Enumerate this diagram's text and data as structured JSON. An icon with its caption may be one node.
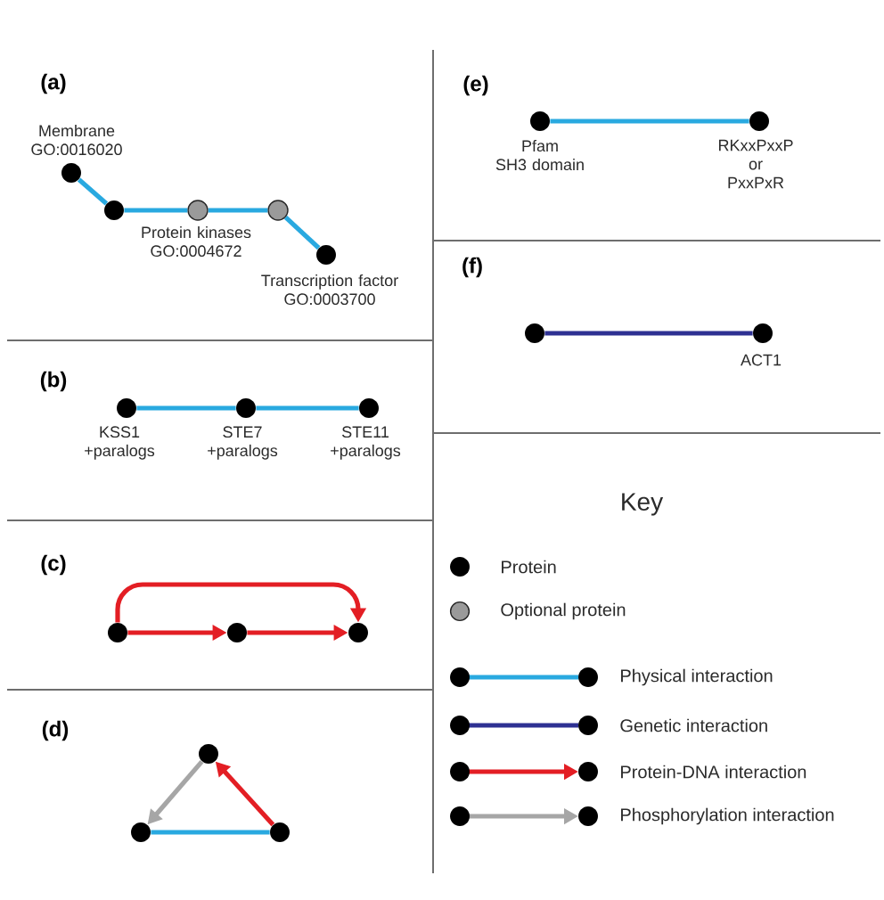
{
  "diagram": {
    "nodes": [
      {
        "text": [],
        "shape": "circle",
        "beside": [
          "Membrane GO:0016020"
        ]
      },
      {
        "text": [],
        "shape": "circle"
      },
      {
        "text": [],
        "shape": "circle",
        "beside": [
          "Protein kinases GO:0004672"
        ]
      },
      {
        "text": [],
        "shape": "circle"
      },
      {
        "text": [],
        "shape": "circle",
        "beside": [
          "Transcription factor GO:0003700"
        ]
      },
      {
        "text": [],
        "shape": "circle",
        "beside": [
          "KSS1 +paralogs"
        ]
      },
      {
        "text": [],
        "shape": "circle",
        "beside": [
          "STE7 +paralogs"
        ]
      },
      {
        "text": [],
        "shape": "circle",
        "beside": [
          "STE11 +paralogs"
        ]
      },
      {
        "text": [],
        "shape": "circle"
      },
      {
        "text": [],
        "shape": "circle"
      },
      {
        "text": [],
        "shape": "circle"
      },
      {
        "text": [],
        "shape": "circle"
      },
      {
        "text": [],
        "shape": "circle"
      },
      {
        "text": [],
        "shape": "circle"
      },
      {
        "text": [],
        "shape": "circle",
        "beside": [
          "Pfam SH3 domain"
        ]
      },
      {
        "text": [],
        "shape": "circle",
        "beside": [
          "RKxxPxxP or PxxPxR"
        ]
      },
      {
        "text": [],
        "shape": "circle"
      },
      {
        "text": [],
        "shape": "circle",
        "beside": [
          "ACT1"
        ]
      }
    ],
    "edges": [
      {
        "from": 0,
        "to": 1,
        "arrow": "none"
      },
      {
        "from": 1,
        "to": 2,
        "arrow": "none"
      },
      {
        "from": 2,
        "to": 3,
        "arrow": "none"
      },
      {
        "from": 3,
        "to": 4,
        "arrow": "none"
      },
      {
        "from": 5,
        "to": 6,
        "arrow": "none"
      },
      {
        "from": 6,
        "to": 7,
        "arrow": "none"
      },
      {
        "from": 8,
        "to": 9,
        "arrow": "to",
        "color": "#e31e24"
      },
      {
        "from": 9,
        "to": 10,
        "arrow": "to",
        "color": "#e31e24"
      },
      {
        "from": 8,
        "to": 10,
        "arrow": "to",
        "color": "#e31e24"
      },
      {
        "from": 11,
        "to": 12,
        "arrow": "to",
        "color": "#a6a6a6"
      },
      {
        "from": 13,
        "to": 11,
        "arrow": "to",
        "color": "#e31e24"
      },
      {
        "from": 12,
        "to": 13,
        "arrow": "none"
      },
      {
        "from": 14,
        "to": 15,
        "arrow": "none"
      },
      {
        "from": 16,
        "to": 17,
        "arrow": "none",
        "color": "#2e3192"
      }
    ],
    "labels": [
      "(a)",
      "(b)",
      "(c)",
      "(d)",
      "(e)",
      "(f)",
      "Key"
    ],
    "legend": [
      {
        "text": "Protein"
      },
      {
        "text": "Optional protein"
      },
      {
        "text": "Physical interaction"
      },
      {
        "text": "Genetic interaction"
      },
      {
        "text": "Protein-DNA interaction"
      },
      {
        "text": "Phosphorylation interaction"
      }
    ]
  }
}
